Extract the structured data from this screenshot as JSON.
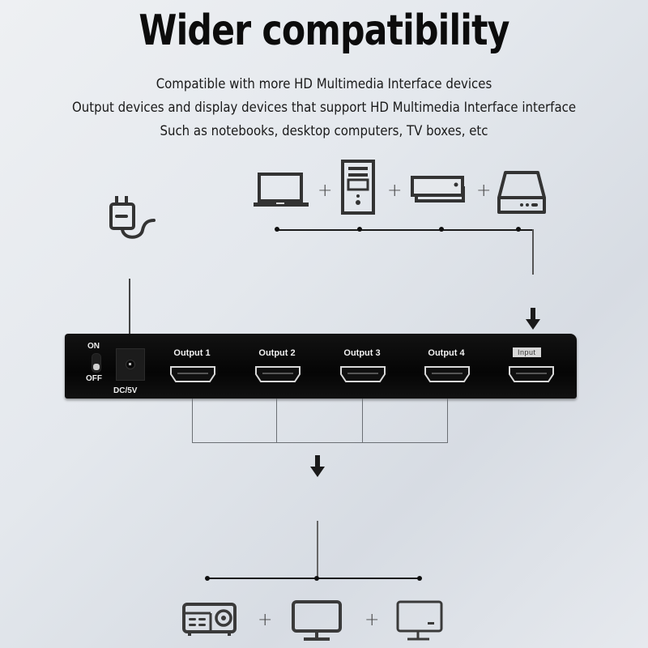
{
  "header": {
    "title": "Wider compatibility",
    "lines": [
      "Compatible with more HD Multimedia Interface devices",
      "Output devices and display devices that support HD Multimedia Interface interface",
      "Such as notebooks, desktop computers, TV boxes, etc"
    ]
  },
  "sources": {
    "icons": [
      "laptop-icon",
      "desktop-tower-icon",
      "tv-box-icon",
      "hard-drive-icon"
    ],
    "separator": "+"
  },
  "power": {
    "icon": "power-plug-icon"
  },
  "device": {
    "switch_on": "ON",
    "switch_off": "OFF",
    "power_label": "DC/5V",
    "outputs": [
      "Output 1",
      "Output 2",
      "Output 3",
      "Output 4"
    ],
    "input_label": "Input"
  },
  "displays": {
    "icons": [
      "projector-icon",
      "monitor-icon",
      "monitor-icon"
    ],
    "separator": "+"
  },
  "colors": {
    "background": "#e4e8ed",
    "device_body": "#0a0a0a",
    "text": "#111111"
  }
}
